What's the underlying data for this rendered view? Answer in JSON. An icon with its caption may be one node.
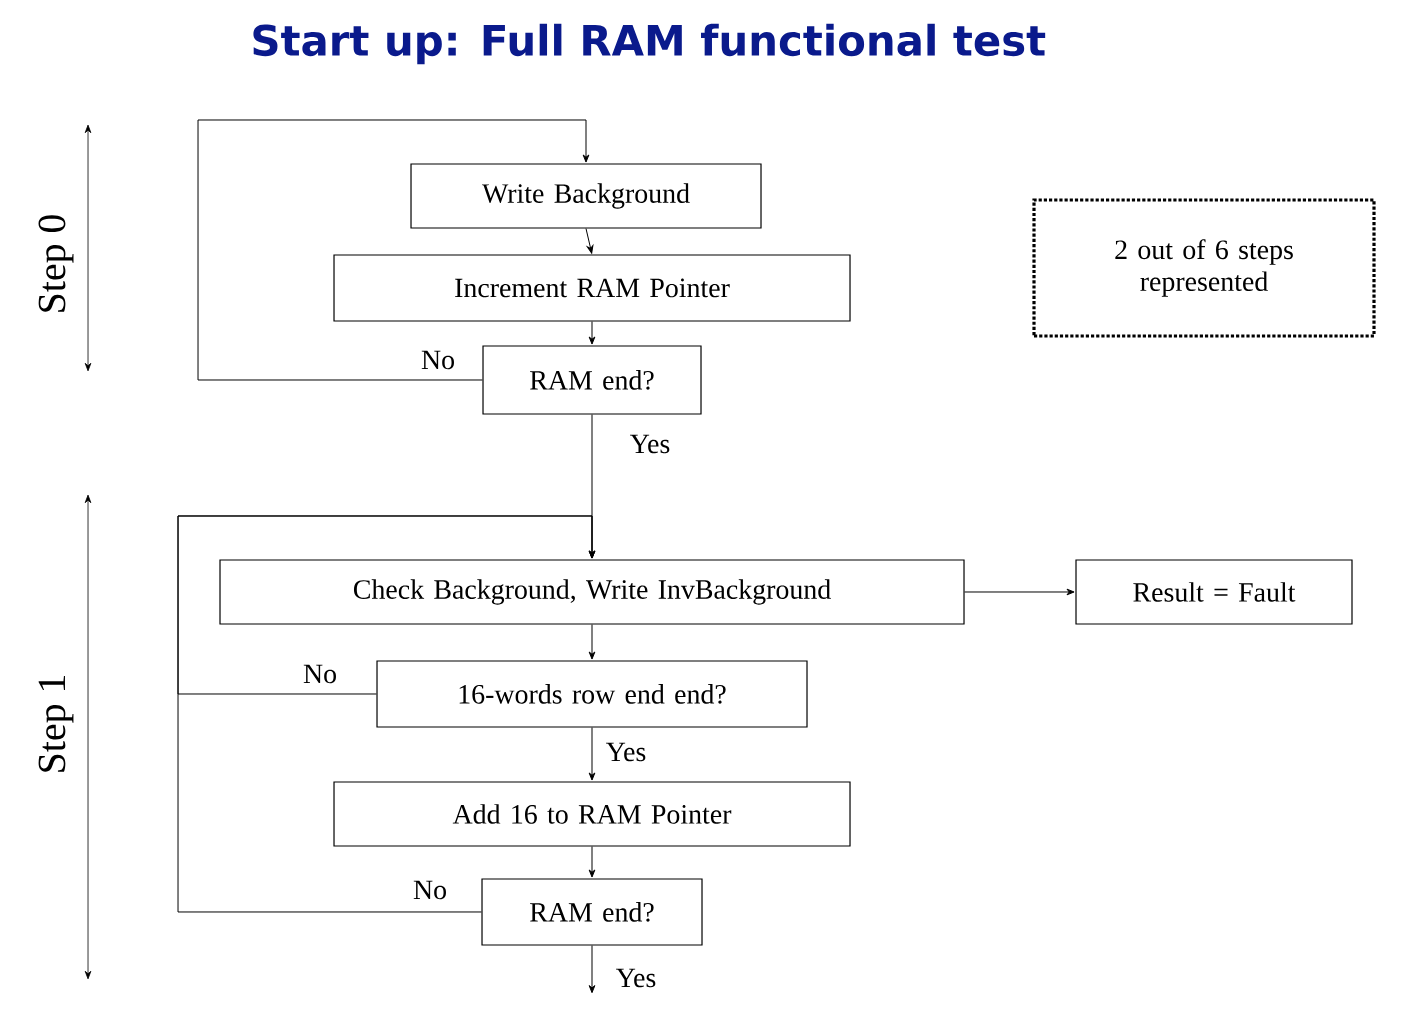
{
  "diagram": {
    "title": "Start up: Full RAM functional test",
    "nodes": [
      {
        "text": [
          "Write Background"
        ]
      },
      {
        "text": [
          "Increment RAM Pointer"
        ]
      },
      {
        "text": [
          "RAM end?"
        ]
      },
      {
        "text": [
          "Check Background, Write InvBackground"
        ]
      },
      {
        "text": [
          "Result = Fault"
        ]
      },
      {
        "text": [
          "16-words row end end?"
        ]
      },
      {
        "text": [
          "Add 16 to RAM Pointer"
        ]
      },
      {
        "text": [
          "RAM end?"
        ]
      },
      {
        "text": [
          "2 out of 6 steps represented"
        ]
      }
    ],
    "edges": [
      {
        "from": 0,
        "to": 1,
        "arrow": "to"
      },
      {
        "from": 1,
        "to": 2,
        "arrow": "to"
      },
      {
        "from": 2,
        "to": 0,
        "arrow": "to",
        "label": "No"
      },
      {
        "from": 2,
        "to": 3,
        "arrow": "to",
        "label": "Yes"
      },
      {
        "from": 3,
        "to": 4,
        "arrow": "to"
      },
      {
        "from": 3,
        "to": 5,
        "arrow": "to"
      },
      {
        "from": 5,
        "to": 3,
        "arrow": "to",
        "label": "No"
      },
      {
        "from": 5,
        "to": 6,
        "arrow": "to",
        "label": "Yes"
      },
      {
        "from": 6,
        "to": 7,
        "arrow": "to"
      },
      {
        "from": 7,
        "to": 3,
        "arrow": "to",
        "label": "No"
      },
      {
        "from": 7,
        "to": null,
        "arrow": "to",
        "label": "Yes"
      }
    ],
    "labels": [
      "Step 0",
      "Step 1"
    ]
  }
}
